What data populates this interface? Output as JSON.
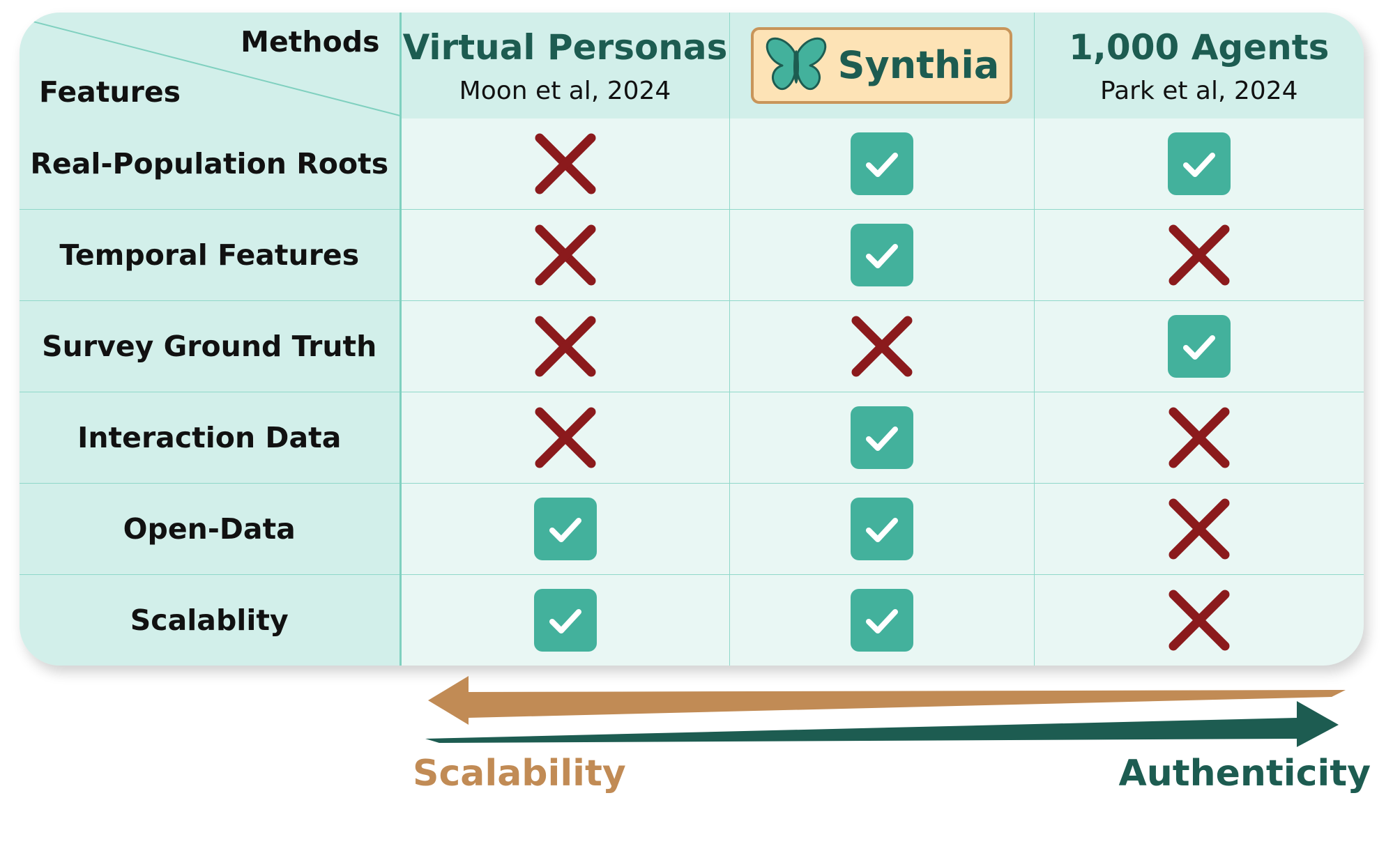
{
  "header": {
    "methods_label": "Methods",
    "features_label": "Features"
  },
  "methods": [
    {
      "name": "Virtual Personas",
      "citation": "Moon et al, 2024",
      "highlighted": false
    },
    {
      "name": "Synthia",
      "citation": "",
      "highlighted": true,
      "icon": "butterfly-icon"
    },
    {
      "name": "1,000 Agents",
      "citation": "Park et al, 2024",
      "highlighted": false
    }
  ],
  "features": [
    {
      "label": "Real-Population Roots",
      "values": [
        "cross",
        "check",
        "check"
      ]
    },
    {
      "label": "Temporal Features",
      "values": [
        "cross",
        "check",
        "cross"
      ]
    },
    {
      "label": "Survey Ground Truth",
      "values": [
        "cross",
        "cross",
        "check"
      ]
    },
    {
      "label": "Interaction Data",
      "values": [
        "cross",
        "check",
        "cross"
      ]
    },
    {
      "label": "Open-Data",
      "values": [
        "check",
        "check",
        "cross"
      ]
    },
    {
      "label": "Scalablity",
      "values": [
        "check",
        "check",
        "cross"
      ]
    }
  ],
  "axis": {
    "left_label": "Scalability",
    "right_label": "Authenticity"
  },
  "colors": {
    "check_fill": "#43b19c",
    "cross": "#8b1a1c",
    "accent_dark": "#1d5c51",
    "accent_tan": "#c18b55"
  }
}
